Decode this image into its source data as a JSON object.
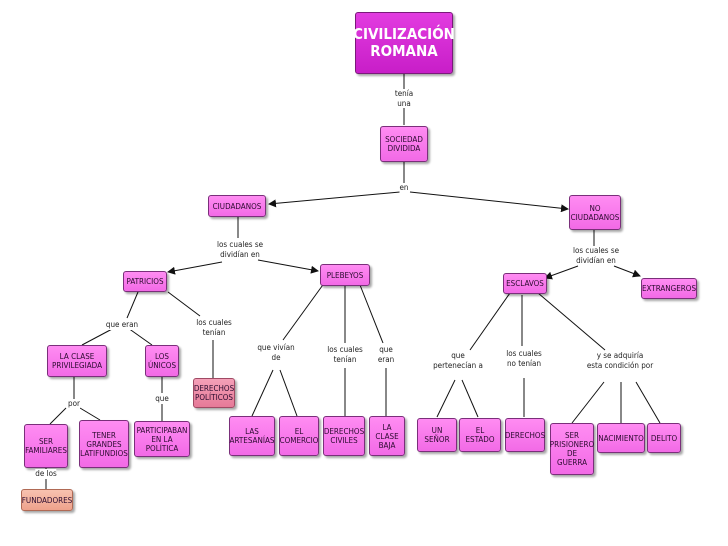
{
  "nodes": {
    "root_line1": "CIVILIZACIÓN",
    "root_line2": "ROMANA",
    "sociedad_l1": "SOCIEDAD",
    "sociedad_l2": "DIVIDIDA",
    "ciudadanos": "CIUDADANOS",
    "no_ciud_l1": "NO",
    "no_ciud_l2": "CIUDADANOS",
    "patricios": "PATRICIOS",
    "plebeyos": "PLEBEYOS",
    "esclavos": "ESCLAVOS",
    "extranjeros": "EXTRANGEROS",
    "clase_priv_l1": "LA CLASE",
    "clase_priv_l2": "PRIVILEGIADA",
    "unicos_l1": "LOS",
    "unicos_l2": "ÚNICOS",
    "derechos_pol_l1": "DERECHOS",
    "derechos_pol_l2": "POLÍTICOS",
    "ser_fam_l1": "SER",
    "ser_fam_l2": "FAMILIARES",
    "tener_l1": "TENER",
    "tener_l2": "GRANDES",
    "tener_l3": "LATIFUNDIOS",
    "particip_l1": "PARTICIPABAN",
    "particip_l2": "EN LA POLÍTICA",
    "fundadores": "FUNDADORES",
    "artesanias_l1": "LAS",
    "artesanias_l2": "ARTESANÍAS",
    "comercio_l1": "EL",
    "comercio_l2": "COMERCIO",
    "derechos_civ_l1": "DERECHOS",
    "derechos_civ_l2": "CIVILES",
    "clase_baja_l1": "LA CLASE",
    "clase_baja_l2": "BAJA",
    "un_senor": "UN SEÑOR",
    "el_estado": "EL ESTADO",
    "derechos": "DERECHOS",
    "prisionero_l1": "SER",
    "prisionero_l2": "PRISIONERO",
    "prisionero_l3": "DE GUERRA",
    "nacimiento": "NACIMIENTO",
    "delito": "DELITO"
  },
  "links": {
    "tenia_l1": "tenía",
    "tenia_l2": "una",
    "en": "en",
    "cuales_dividian_l1": "los cuales se",
    "cuales_dividian_l2": "dividían en",
    "cuales_dividian2_l1": "los cuales se",
    "cuales_dividian2_l2": "dividían en",
    "que_eran": "que eran",
    "cuales_tenian_l1": "los cuales",
    "cuales_tenian_l2": "tenían",
    "que_vivian_l1": "que vivían",
    "que_vivian_l2": "de",
    "cuales_tenian2_l1": "los cuales",
    "cuales_tenian2_l2": "tenían",
    "que_eran2_l1": "que",
    "que_eran2_l2": "eran",
    "por": "por",
    "que": "que",
    "de_los": "de los",
    "que_pertenecian_l1": "que",
    "que_pertenecian_l2": "pertenecían a",
    "cuales_no_tenian_l1": "los cuales",
    "cuales_no_tenian_l2": "no tenían",
    "adquiria_l1": "y se adquiría",
    "adquiria_l2": "esta condición por"
  },
  "colors": {
    "root": "#d42ad4",
    "node": "#f57ae9",
    "derechos_politicos": "#e98aa6",
    "fundadores": "#f2b09a",
    "edge": "#111111"
  }
}
